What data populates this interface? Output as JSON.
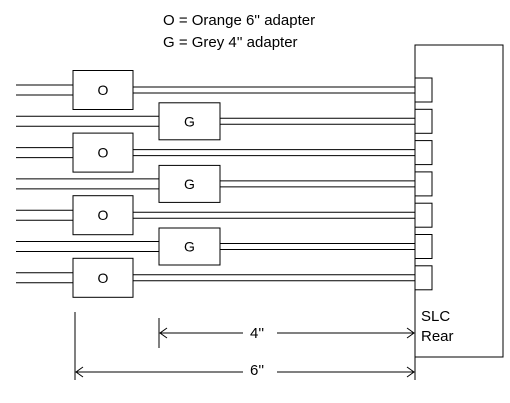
{
  "legend": {
    "orange": "O = Orange 6'' adapter",
    "grey": "G = Grey 4'' adapter"
  },
  "adapters": [
    {
      "type": "orange",
      "label": "O"
    },
    {
      "type": "grey",
      "label": "G"
    },
    {
      "type": "orange",
      "label": "O"
    },
    {
      "type": "grey",
      "label": "G"
    },
    {
      "type": "orange",
      "label": "O"
    },
    {
      "type": "grey",
      "label": "G"
    },
    {
      "type": "orange",
      "label": "O"
    }
  ],
  "panel": {
    "label_line1": "SLC",
    "label_line2": "Rear"
  },
  "dimensions": {
    "short": "4''",
    "long": "6''"
  },
  "colors": {
    "line": "#000000",
    "background": "#ffffff"
  }
}
